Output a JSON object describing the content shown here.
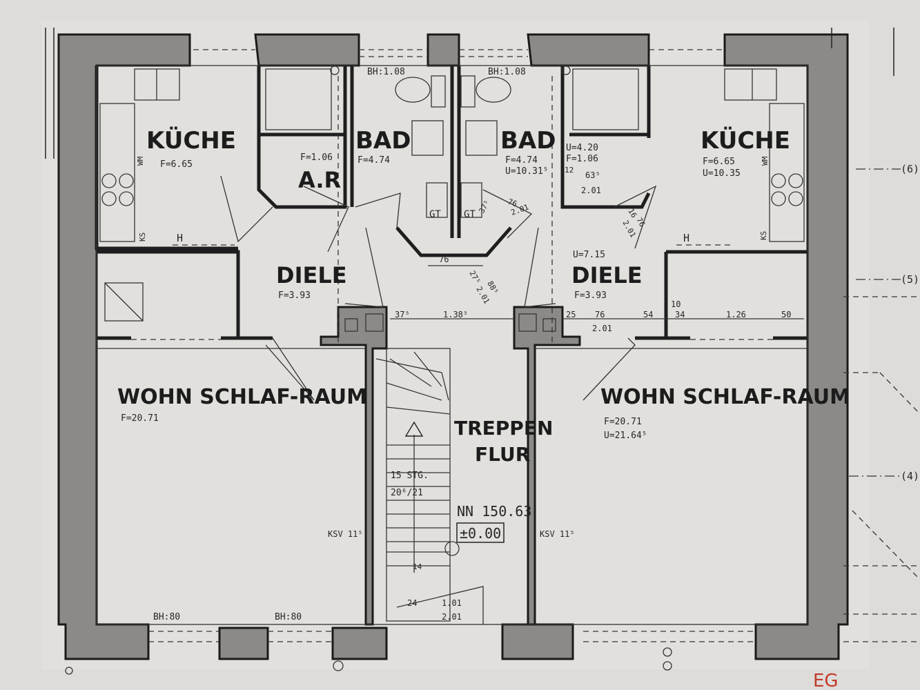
{
  "rooms": {
    "kueche_left": {
      "name": "KÜCHE",
      "f": "F=6.65"
    },
    "kueche_right": {
      "name": "KÜCHE",
      "f": "F=6.65",
      "u": "U=10.35"
    },
    "bad_left": {
      "name": "BAD",
      "f": "F=4.74"
    },
    "bad_right": {
      "name": "BAD",
      "f": "F=4.74",
      "u": "U=10.31⁵"
    },
    "ar_left": {
      "name": "A.R",
      "f": "F=1.06"
    },
    "ar_right": {
      "u": "U=4.20",
      "f": "F=1.06"
    },
    "diele_left": {
      "name": "DIELE",
      "f": "F=3.93"
    },
    "diele_right": {
      "name": "DIELE",
      "f": "F=3.93",
      "u": "U=7.15"
    },
    "wohn_left": {
      "name": "WOHN SCHLAF-RAUM",
      "f": "F=20.71"
    },
    "wohn_right": {
      "name": "WOHN SCHLAF-RAUM",
      "f": "F=20.71",
      "u": "U=21.64⁵"
    },
    "treppe": {
      "line1": "TREPPEN",
      "line2": "FLUR"
    }
  },
  "labels": {
    "bh_108_left": "BH:1.08",
    "bh_108_right": "BH:1.08",
    "bh_80_a": "BH:80",
    "bh_80_b": "BH:80",
    "stair_count": "15 STG.",
    "stair_dim": "20⁶/21",
    "nn": "NN 150.63",
    "zero": "±0.00",
    "ksv_left": "KSV 11⁵",
    "ksv_right": "KSV 11⁵",
    "wm_left": "WM",
    "wm_right": "WM",
    "ks_left": "KS",
    "ks_right": "KS",
    "h_left": "H",
    "h_right": "H",
    "gt_left": "GT",
    "gt_right": "GT",
    "stair_num": "14",
    "floor_mark": "EG"
  },
  "dimensions": {
    "d_37": "37⁵",
    "d_138": "1.38⁵",
    "d_25": "25",
    "d_76a": "76",
    "d_201a": "2.01",
    "d_54": "54",
    "d_10": "10",
    "d_34": "34",
    "d_126": "1.26",
    "d_50": "50",
    "d_76b": "76",
    "d_27": "27⁵",
    "d_88": "88⁵",
    "d_201b": "2.01",
    "d_12": "12",
    "d_63": "63⁵",
    "d_201c": "2.01",
    "d_16": "16",
    "d_76c": "76",
    "d_201d": "2.01",
    "d_37b": "37⁵",
    "d_76d": "76",
    "d_201e": "2.01",
    "d_24": "24",
    "d_101": "1.01",
    "d_201f": "2.01"
  },
  "axes": [
    "(6)",
    "(5)",
    "(4)"
  ]
}
